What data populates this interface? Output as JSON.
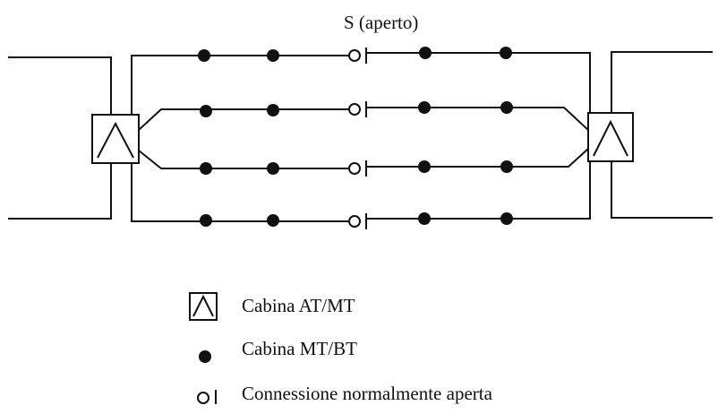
{
  "diagram": {
    "switch_label": "S (aperto)"
  },
  "legend": {
    "items": [
      {
        "symbol": "substation-at-mt-icon",
        "label": "Cabina AT/MT"
      },
      {
        "symbol": "substation-mt-bt-icon",
        "label": "Cabina MT/BT"
      },
      {
        "symbol": "open-connection-icon",
        "label": "Connessione normalmente aperta"
      }
    ]
  },
  "colors": {
    "ink": "#111111",
    "background": "#ffffff"
  }
}
